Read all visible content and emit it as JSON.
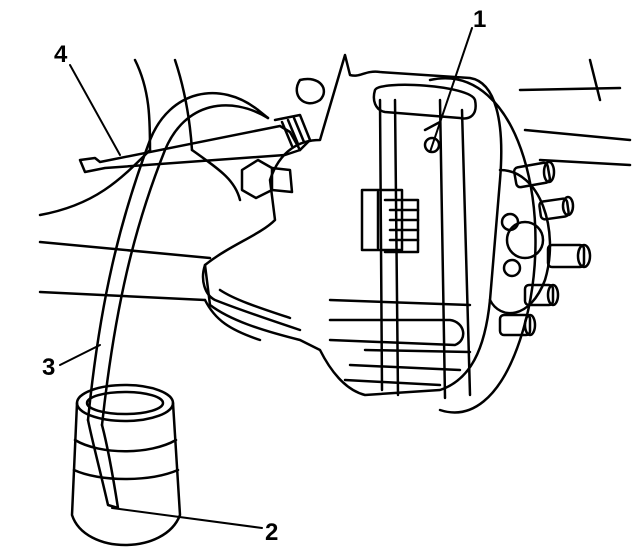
{
  "figure": {
    "callouts": [
      {
        "id": "1",
        "label": "1"
      },
      {
        "id": "2",
        "label": "2"
      },
      {
        "id": "3",
        "label": "3"
      },
      {
        "id": "4",
        "label": "4"
      }
    ]
  },
  "colors": {
    "ink": "#000000",
    "paper": "#ffffff"
  }
}
